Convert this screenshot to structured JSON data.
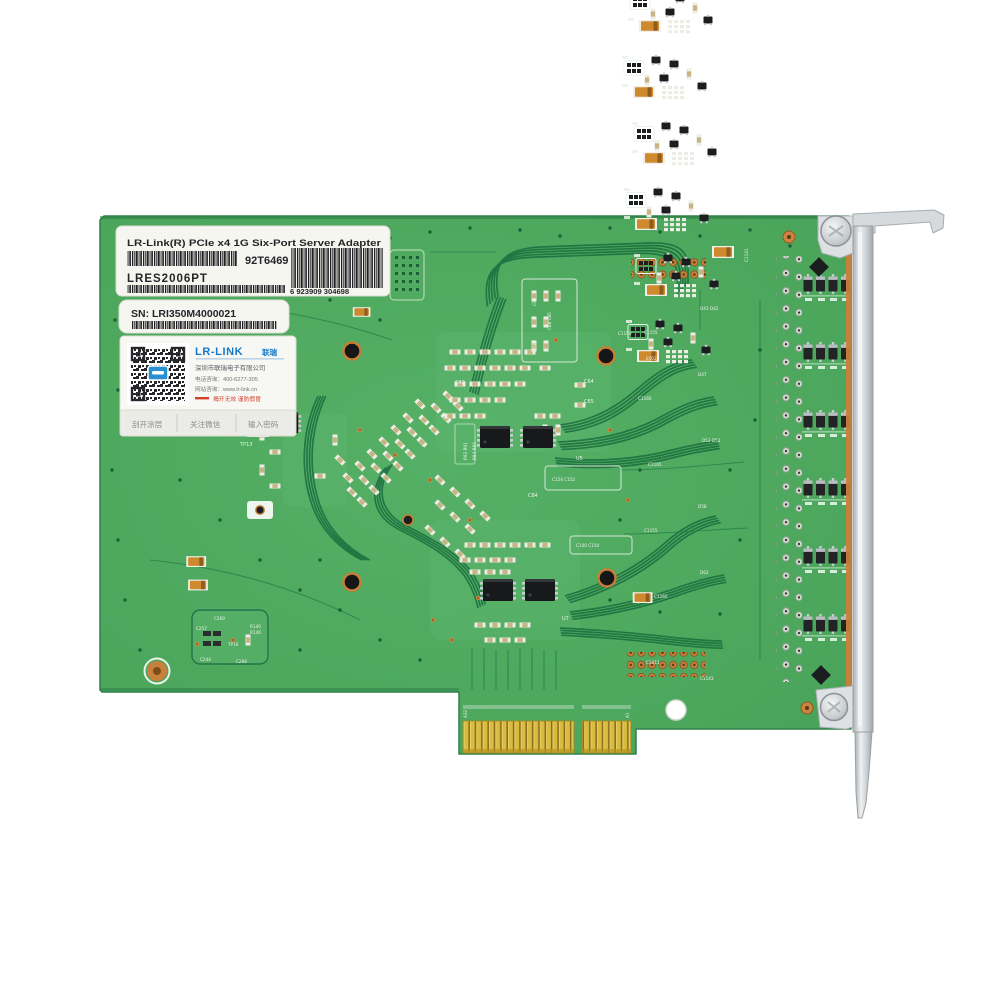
{
  "scene": {
    "description": "Rear view photo of a green PCIe x4 six-port gigabit server adapter circuit board with metal bracket, barcode labels and anti-counterfeit QR sticker on a white background"
  },
  "product_label": {
    "title": "LR-Link(R) PCIe x4 1G Six-Port Server Adapter",
    "part_number": "92T6469",
    "model": "LRES2006PT",
    "barcode_number": "6 923909 304698"
  },
  "serial_label": {
    "serial": "SN: LRI350M4000021"
  },
  "qr_sticker": {
    "brand": "LR-LINK",
    "brand_cn": "联瑞",
    "company": "深圳市联瑞电子有限公司",
    "phone": "电话咨询：400-6277-305",
    "website": "网站咨询：www.lr-link.cn",
    "warning": "揭开无效 谨防假冒",
    "footer": [
      "刮开涂层",
      "关注微信",
      "输入密码"
    ]
  },
  "silkscreen": {
    "c42": "C42",
    "c64": "C64",
    "c65": "C65",
    "c84": "C84",
    "c99": "C99",
    "c88": "C88 C85",
    "c87": "C87",
    "u5": "U5",
    "u7": "U7",
    "tp13": "TP13",
    "r92": "R92 R91",
    "r84": "R84 R83",
    "c154": "C154 C152",
    "c100": "C100 C150",
    "c1141": "C1141",
    "c1143": "C1143",
    "c1150": "C1150",
    "c1155": "C1155",
    "c1160": "C1160",
    "c1165": "C1165",
    "e502": "E502",
    "d43": "D43 D42",
    "d47": "D47",
    "d53": "D53 D52",
    "d58": "D58",
    "d62": "D62",
    "c3011": "C3011",
    "c269": "C269",
    "c257": "C257",
    "c244": "C244",
    "c268": "C268",
    "r140": "R140",
    "r146": "R146",
    "tp16": "TP16",
    "a32": "A32",
    "a1": "A1"
  },
  "colors": {
    "pcb_green": "#4ba65c",
    "trace_dark": "#1e7140",
    "gold_finger": "#d9bc3f",
    "copper": "#c8803c",
    "bracket_silver": "#d4d8da",
    "label_white": "#f6f6f1",
    "brand_blue": "#1878c8",
    "warning_red": "#d1402e"
  }
}
